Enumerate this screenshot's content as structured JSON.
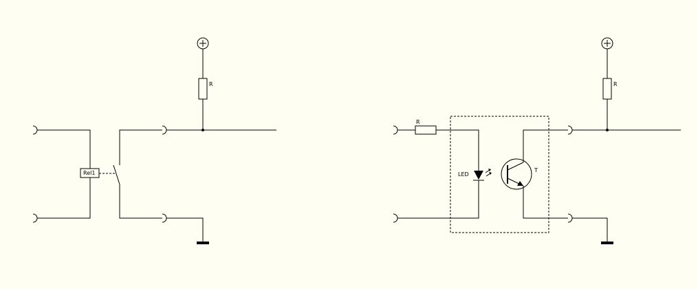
{
  "colors": {
    "background": "#FEFEF2",
    "wire": "#000000"
  },
  "left_circuit": {
    "relay_label": "Rel1",
    "resistor_label": "R",
    "supply_symbol": "+"
  },
  "right_circuit": {
    "input_resistor_label": "R",
    "led_label": "LED",
    "transistor_label": "T",
    "pullup_resistor_label": "R",
    "supply_symbol": "+"
  }
}
